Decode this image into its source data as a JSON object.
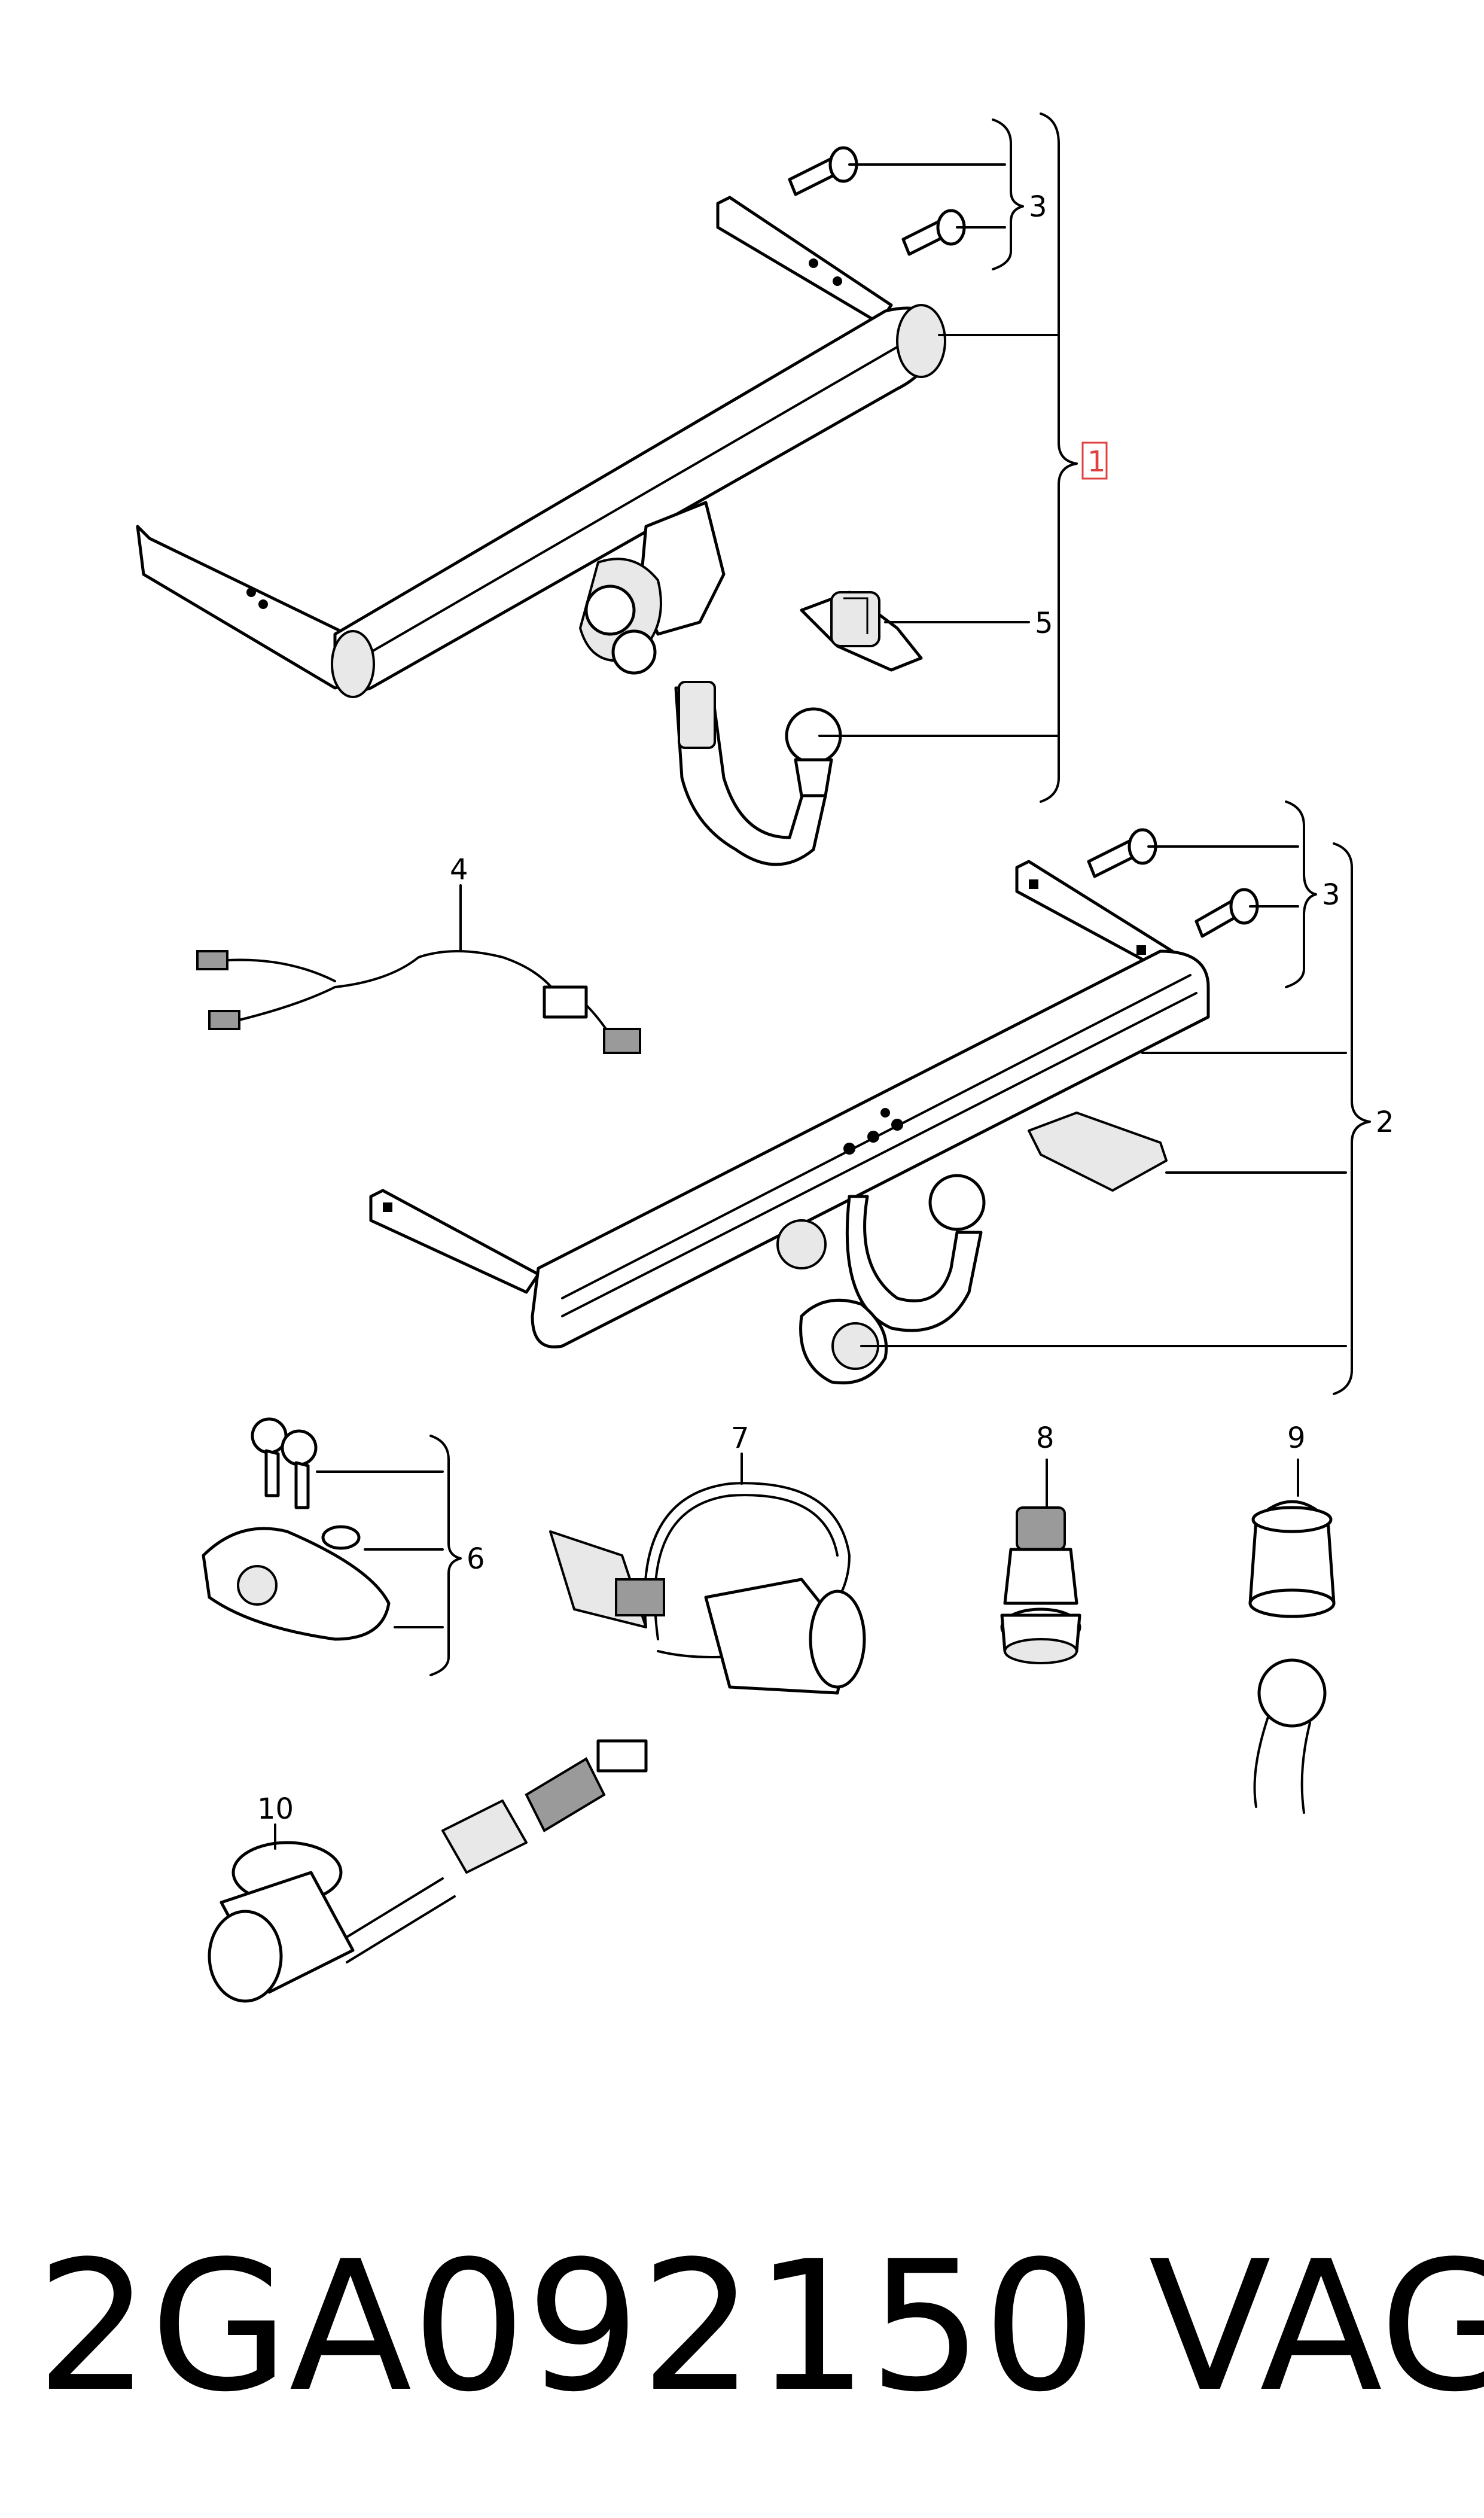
{
  "callouts": {
    "c1": "1",
    "c2": "2",
    "c3a": "3",
    "c3b": "3",
    "c4": "4",
    "c5": "5",
    "c6": "6",
    "c7": "7",
    "c8": "8",
    "c9": "9",
    "c10": "10"
  },
  "caption": {
    "part_number": "2GA092150",
    "brand": "VAG"
  },
  "colors": {
    "line": "#000000",
    "highlight_box": "#e04040",
    "background": "#ffffff"
  }
}
